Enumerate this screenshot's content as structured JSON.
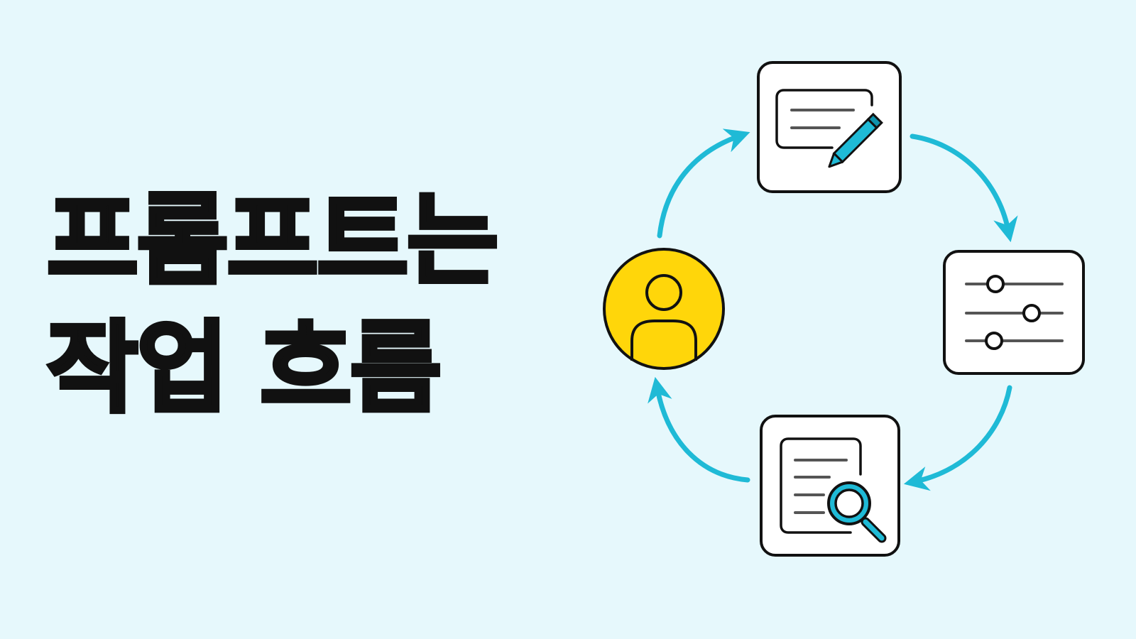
{
  "title": {
    "line1": "프롬프트는",
    "line2": "작업 흐름"
  },
  "colors": {
    "background": "#e6f8fc",
    "text": "#111111",
    "accent": "#1fbad6",
    "user_circle": "#ffd60a",
    "outline": "#111111",
    "card": "#ffffff",
    "line_gray": "#555555"
  },
  "nodes": [
    {
      "role": "user",
      "icon": "person-icon"
    },
    {
      "role": "write",
      "icon": "document-pencil-icon"
    },
    {
      "role": "adjust",
      "icon": "sliders-icon"
    },
    {
      "role": "review",
      "icon": "document-magnifier-icon"
    }
  ],
  "flow": [
    "user",
    "write",
    "adjust",
    "review",
    "user"
  ]
}
